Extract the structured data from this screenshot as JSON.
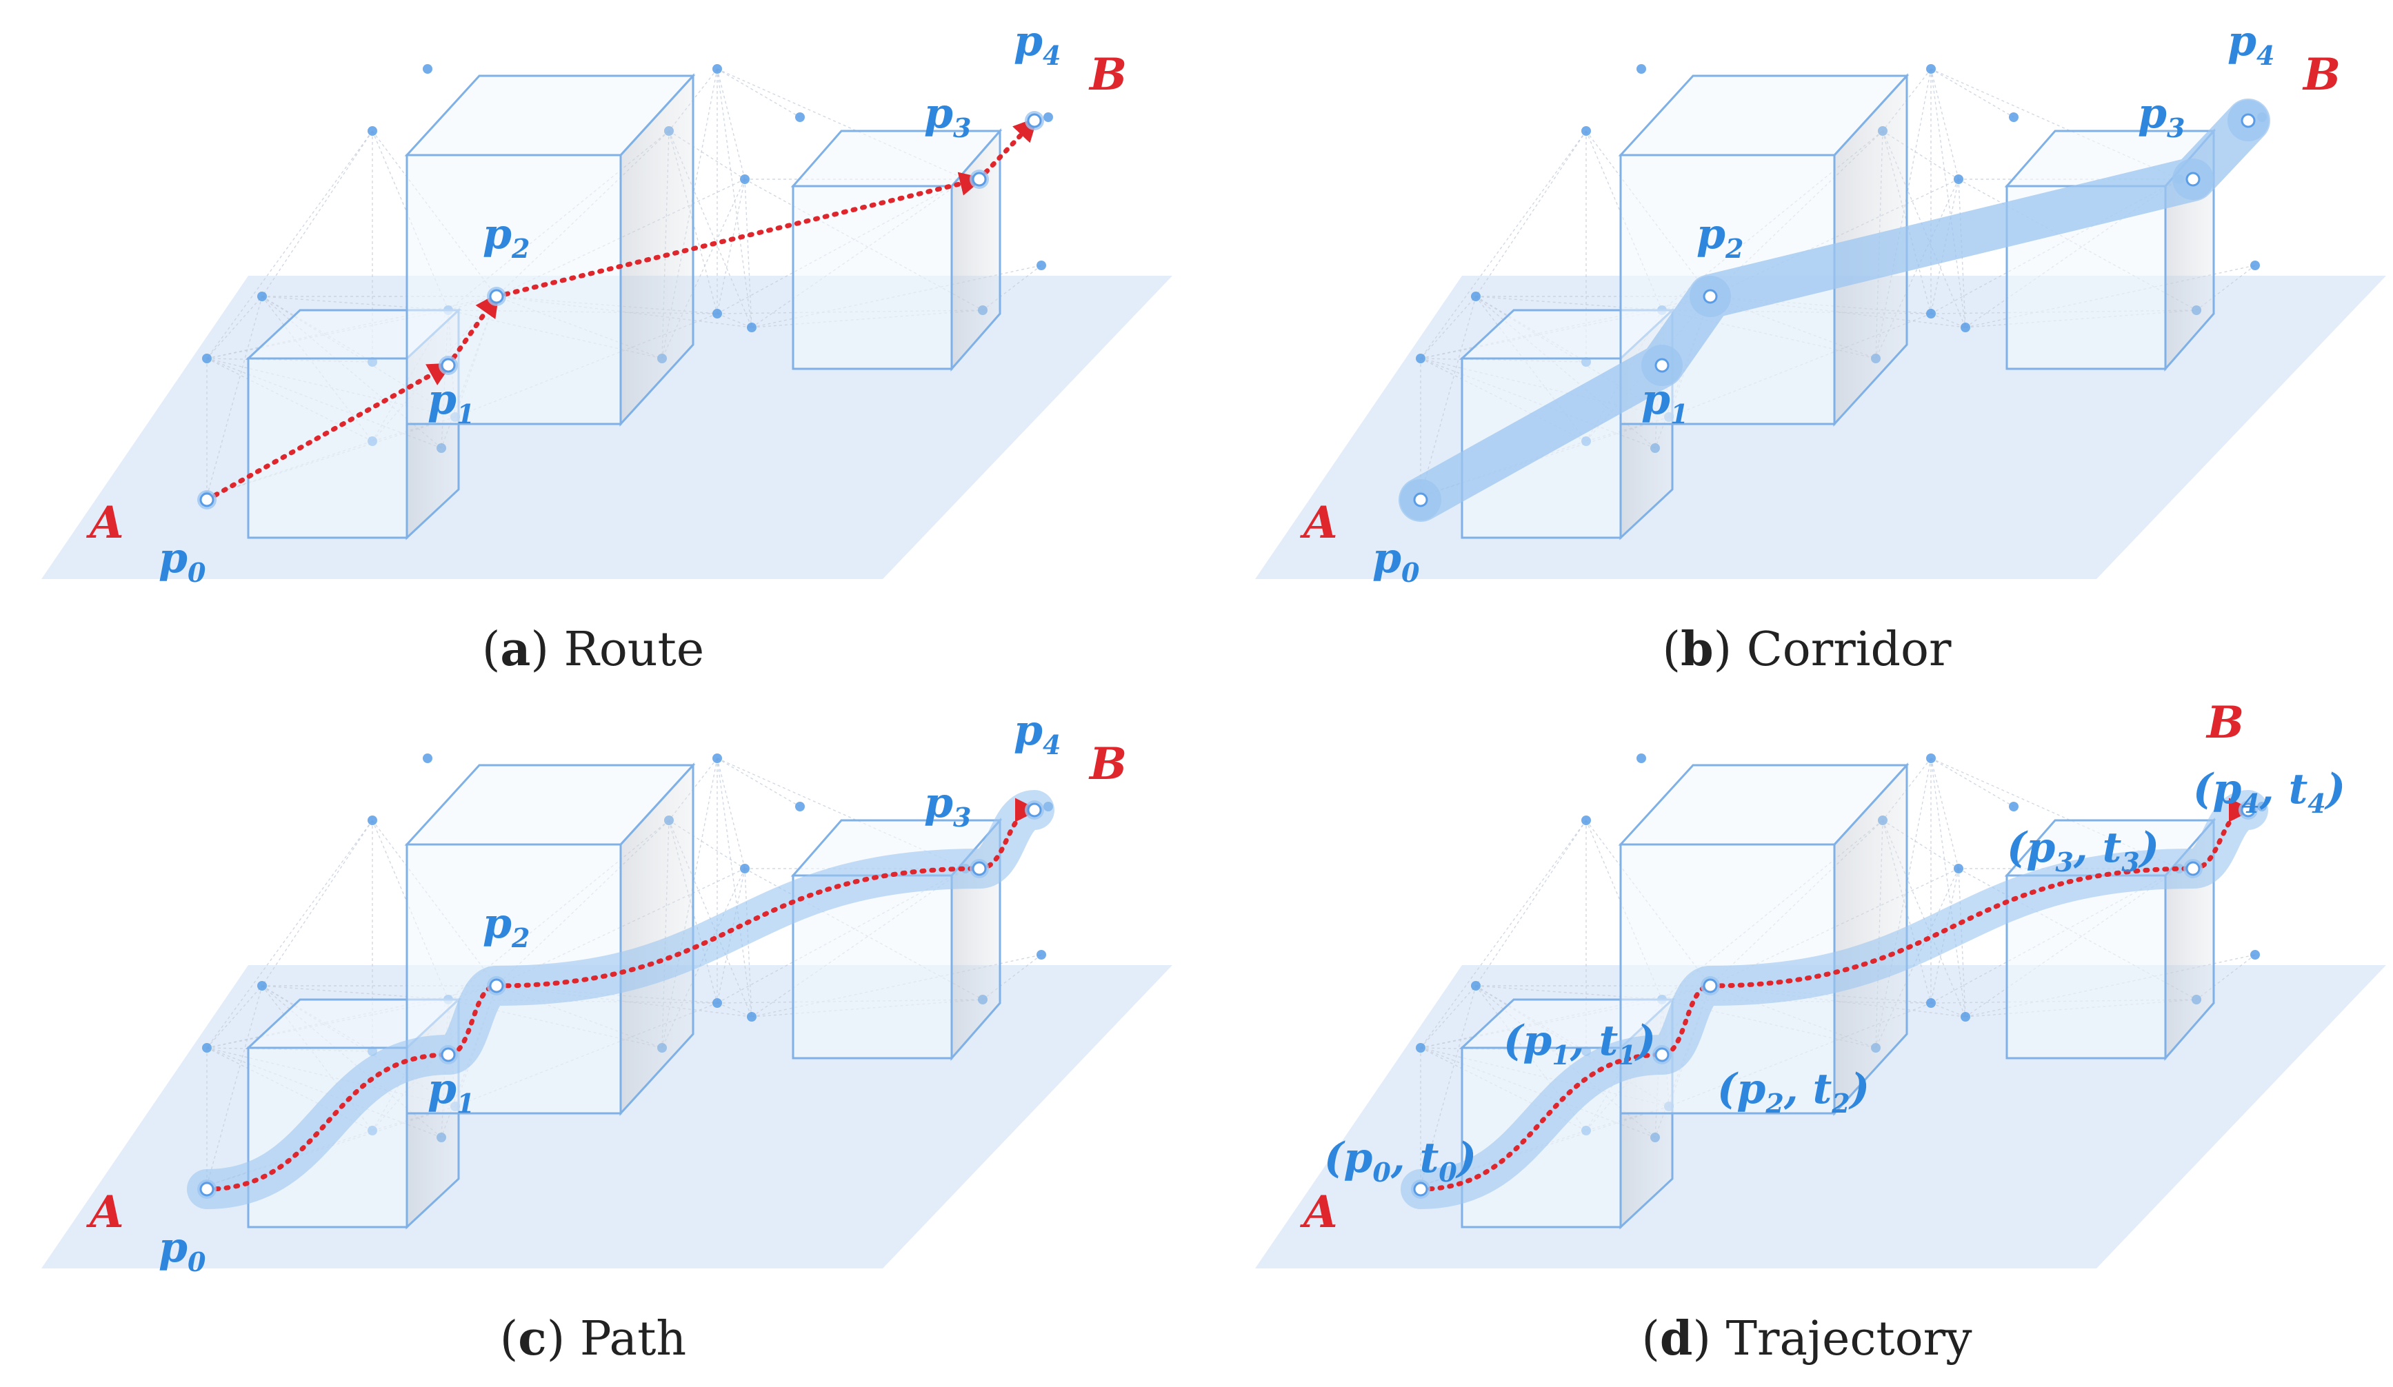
{
  "colors": {
    "ground": "#dce9f8",
    "box_stroke": "#7fb0e6",
    "node": "#5a9de6",
    "corridor": "#9cc6f0",
    "route": "#e0262d",
    "label_blue": "#2f86dd",
    "label_red": "#e0262d"
  },
  "panels": [
    {
      "id": "a",
      "caption_letter": "a",
      "caption_text": "Route",
      "start": "A",
      "end": "B",
      "points": [
        "p",
        "p",
        "p",
        "p",
        "p"
      ],
      "subs": [
        "0",
        "1",
        "2",
        "3",
        "4"
      ]
    },
    {
      "id": "b",
      "caption_letter": "b",
      "caption_text": "Corridor",
      "start": "A",
      "end": "B",
      "points": [
        "p",
        "p",
        "p",
        "p",
        "p"
      ],
      "subs": [
        "0",
        "1",
        "2",
        "3",
        "4"
      ]
    },
    {
      "id": "c",
      "caption_letter": "c",
      "caption_text": "Path",
      "start": "A",
      "end": "B",
      "points": [
        "p",
        "p",
        "p",
        "p",
        "p"
      ],
      "subs": [
        "0",
        "1",
        "2",
        "3",
        "4"
      ]
    },
    {
      "id": "d",
      "caption_letter": "d",
      "caption_text": "Trajectory",
      "start": "A",
      "end": "B",
      "points": [
        "(p",
        "(p",
        "(p",
        "(p",
        "(p"
      ],
      "subs": [
        "0",
        "1",
        "2",
        "3",
        "4"
      ],
      "time_symbol": "t"
    }
  ]
}
